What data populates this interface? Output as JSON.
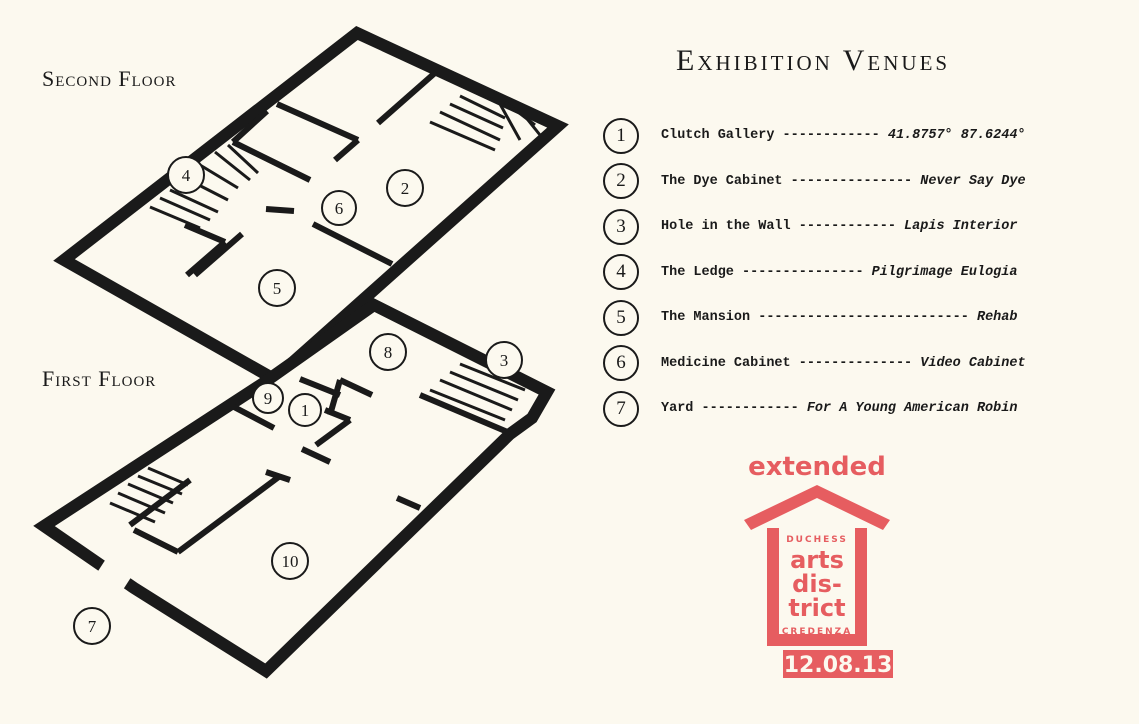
{
  "floor_labels": {
    "second": "Second Floor",
    "first": "First Floor"
  },
  "title": "Exhibition Venues",
  "venues": [
    {
      "num": "1",
      "name": "Clutch Gallery",
      "leader": " ------------ ",
      "detail": "41.8757° 87.6244°"
    },
    {
      "num": "2",
      "name": "The Dye Cabinet",
      "leader": " --------------- ",
      "detail": "Never Say Dye"
    },
    {
      "num": "3",
      "name": "Hole in the Wall",
      "leader": " ------------ ",
      "detail": "Lapis Interior"
    },
    {
      "num": "4",
      "name": "The Ledge",
      "leader": " --------------- ",
      "detail": "Pilgrimage Eulogia"
    },
    {
      "num": "5",
      "name": "The Mansion",
      "leader": " -------------------------- ",
      "detail": "Rehab"
    },
    {
      "num": "6",
      "name": "Medicine Cabinet",
      "leader": " -------------- ",
      "detail": "Video Cabinet"
    },
    {
      "num": "7",
      "name": "Yard",
      "leader": " ------------ ",
      "detail": "For A Young American Robin"
    }
  ],
  "map_markers": [
    "1",
    "2",
    "3",
    "4",
    "5",
    "6",
    "7",
    "8",
    "9",
    "10"
  ],
  "stamp": {
    "top": "extended",
    "small_top": "DUCHESS",
    "line1": "arts",
    "line2": "dis-",
    "line3": "trict",
    "small_bottom": "CREDENZA",
    "date": "12.08.13",
    "color": "#e3484d"
  },
  "colors": {
    "background": "#fcf9ef",
    "ink": "#1a1a1a"
  }
}
